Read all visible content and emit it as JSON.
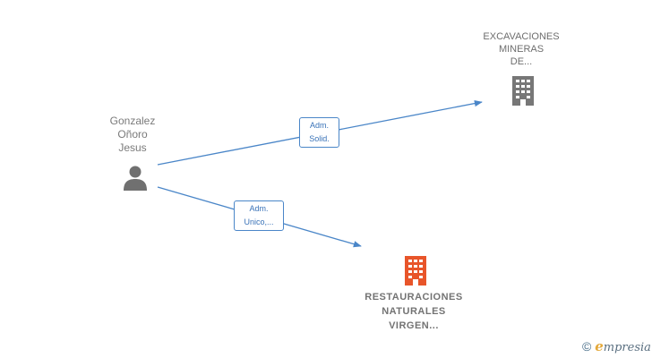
{
  "person": {
    "name_lines": [
      "Gonzalez",
      "Oñoro",
      "Jesus"
    ],
    "icon": "person-icon"
  },
  "companies": [
    {
      "name_lines": [
        "EXCAVACIONES",
        "MINERAS",
        "DE..."
      ],
      "icon": "building-icon",
      "color": "#777777"
    },
    {
      "name_lines": [
        "RESTAURACIONES",
        "NATURALES",
        "VIRGEN..."
      ],
      "icon": "building-icon",
      "color": "#e8552a"
    }
  ],
  "edges": [
    {
      "label_lines": [
        "Adm.",
        "Solid."
      ]
    },
    {
      "label_lines": [
        "Adm.",
        "Unico,..."
      ]
    }
  ],
  "colors": {
    "edge": "#4a86c8",
    "person_icon": "#707070"
  },
  "watermark": {
    "symbol": "©",
    "brand_first": "e",
    "brand_rest": "mpresia"
  }
}
